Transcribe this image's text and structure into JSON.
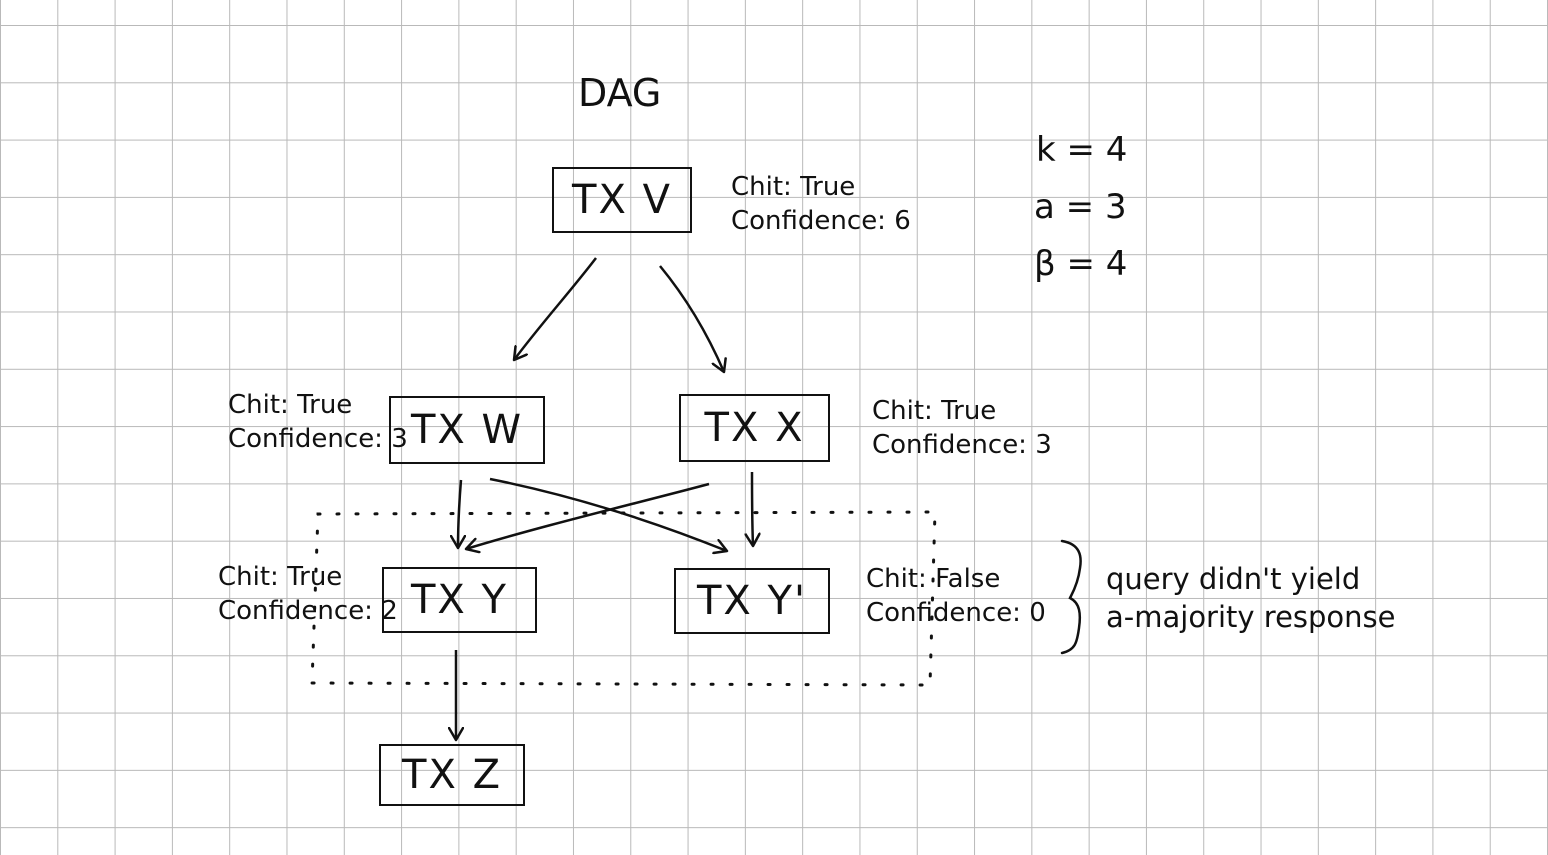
{
  "diagram": {
    "title": "DAG",
    "params": [
      {
        "id": "k",
        "text": "k = 4"
      },
      {
        "id": "a",
        "text": "a = 3"
      },
      {
        "id": "b",
        "text": "β = 4"
      }
    ],
    "nodes": {
      "v": {
        "label": "TX  V",
        "chit": "Chit: True",
        "confidence": "Confidence: 6"
      },
      "w": {
        "label": "TX  W",
        "chit": "Chit: True",
        "confidence": "Confidence: 3"
      },
      "x": {
        "label": "TX   X",
        "chit": "Chit: True",
        "confidence": "Confidence: 3"
      },
      "y": {
        "label": "TX  Y",
        "chit": "Chit: True",
        "confidence": "Confidence: 2"
      },
      "y2": {
        "label": "TX  Y'",
        "chit": "Chit: False",
        "confidence": "Confidence: 0"
      },
      "z": {
        "label": "TX  Z"
      }
    },
    "note": {
      "line1": "query didn't yield",
      "line2": "a-majority response"
    }
  }
}
